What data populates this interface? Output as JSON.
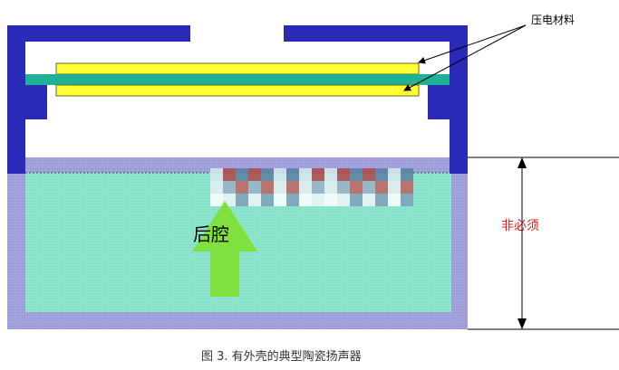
{
  "diagram": {
    "material_label": "压电材料",
    "cavity_label": "后腔",
    "optional_label": "非必须",
    "caption": "图 3.  有外壳的典型陶瓷扬声器"
  },
  "colors": {
    "frame": "#2a2ab8",
    "yellow": "#ffff33",
    "teal": "#1fb095",
    "cavity": "#8fe6cc",
    "purple": "#9c9cd8",
    "arrow": "#7fe040",
    "red_text": "#e02020"
  }
}
